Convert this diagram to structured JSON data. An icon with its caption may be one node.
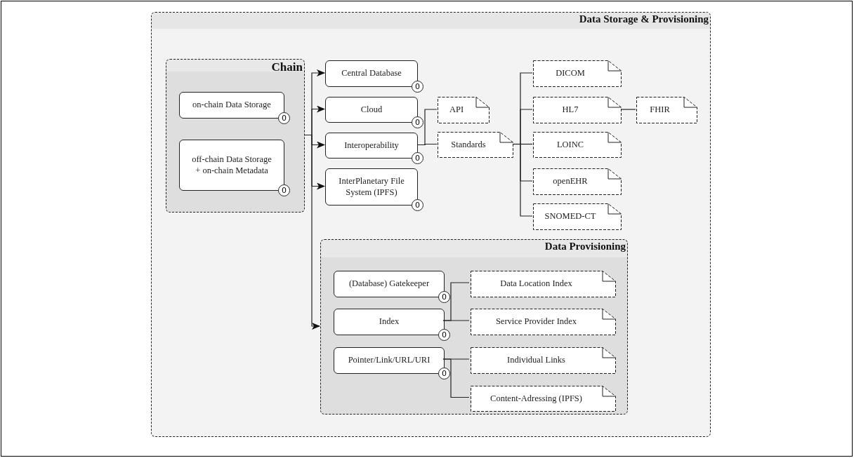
{
  "diagram": {
    "nodes": [
      {
        "text": [
          "Data Storage & Provisioning"
        ]
      },
      {
        "text": [
          "Chain"
        ],
        "in": 0
      },
      {
        "text": [
          "on-chain Data Storage",
          "0"
        ],
        "in": 1
      },
      {
        "text": [
          "off-chain Data Storage + on-chain Metadata",
          "0"
        ],
        "in": 1
      },
      {
        "text": [
          "Central Database",
          "0"
        ],
        "in": 0
      },
      {
        "text": [
          "Cloud",
          "0"
        ],
        "in": 0
      },
      {
        "text": [
          "Interoperability",
          "0"
        ],
        "in": 0
      },
      {
        "text": [
          "InterPlanetary File System (IPFS)",
          "0"
        ],
        "in": 0
      },
      {
        "text": [
          "API"
        ],
        "in": 0
      },
      {
        "text": [
          "Standards"
        ],
        "in": 0
      },
      {
        "text": [
          "DICOM"
        ],
        "in": 0
      },
      {
        "text": [
          "HL7"
        ],
        "in": 0
      },
      {
        "text": [
          "FHIR"
        ],
        "in": 0
      },
      {
        "text": [
          "LOINC"
        ],
        "in": 0
      },
      {
        "text": [
          "openEHR"
        ],
        "in": 0
      },
      {
        "text": [
          "SNOMED-CT"
        ],
        "in": 0
      },
      {
        "text": [
          "Data Provisioning"
        ],
        "in": 0
      },
      {
        "text": [
          "(Database) Gatekeeper",
          "0"
        ],
        "in": 16
      },
      {
        "text": [
          "Index",
          "0"
        ],
        "in": 16
      },
      {
        "text": [
          "Pointer/Link/URL/URI",
          "0"
        ],
        "in": 16
      },
      {
        "text": [
          "Data Location Index"
        ],
        "in": 16
      },
      {
        "text": [
          "Service Provider Index"
        ],
        "in": 16
      },
      {
        "text": [
          "Individual Links"
        ],
        "in": 16
      },
      {
        "text": [
          "Content-Adressing (IPFS)"
        ],
        "in": 16
      }
    ],
    "edges": [
      {
        "from": 1,
        "to": 4,
        "arrow": "to"
      },
      {
        "from": 1,
        "to": 5,
        "arrow": "to"
      },
      {
        "from": 1,
        "to": 6,
        "arrow": "to"
      },
      {
        "from": 1,
        "to": 7,
        "arrow": "to"
      },
      {
        "from": 1,
        "to": 16,
        "arrow": "to"
      },
      {
        "from": 6,
        "to": 8,
        "arrow": "none"
      },
      {
        "from": 6,
        "to": 9,
        "arrow": "none"
      },
      {
        "from": 9,
        "to": 10,
        "arrow": "none"
      },
      {
        "from": 9,
        "to": 11,
        "arrow": "none"
      },
      {
        "from": 9,
        "to": 13,
        "arrow": "none"
      },
      {
        "from": 9,
        "to": 14,
        "arrow": "none"
      },
      {
        "from": 9,
        "to": 15,
        "arrow": "none"
      },
      {
        "from": 11,
        "to": 12,
        "arrow": "none"
      },
      {
        "from": 18,
        "to": 20,
        "arrow": "none"
      },
      {
        "from": 18,
        "to": 21,
        "arrow": "none"
      },
      {
        "from": 19,
        "to": 22,
        "arrow": "none"
      },
      {
        "from": 19,
        "to": 23,
        "arrow": "none"
      }
    ]
  }
}
